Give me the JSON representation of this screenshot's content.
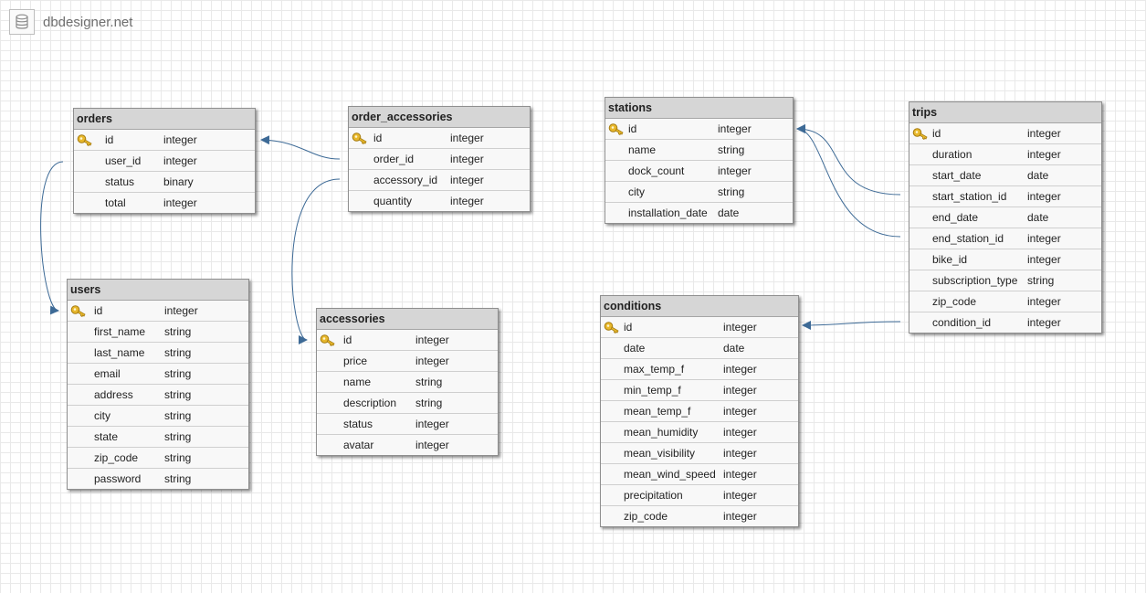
{
  "brand": {
    "name": "dbdesigner.net",
    "icon": "database-icon"
  },
  "colors": {
    "connector": "#3d6a96",
    "header_bg": "#d6d6d6",
    "key": "#d9a81c"
  },
  "tables": [
    {
      "id": "orders",
      "name": "orders",
      "columns": [
        {
          "name": "id",
          "type": "integer",
          "pk": true
        },
        {
          "name": "user_id",
          "type": "integer"
        },
        {
          "name": "status",
          "type": "binary"
        },
        {
          "name": "total",
          "type": "integer"
        }
      ]
    },
    {
      "id": "order_accessories",
      "name": "order_accessories",
      "columns": [
        {
          "name": "id",
          "type": "integer",
          "pk": true
        },
        {
          "name": "order_id",
          "type": "integer"
        },
        {
          "name": "accessory_id",
          "type": "integer"
        },
        {
          "name": "quantity",
          "type": "integer"
        }
      ]
    },
    {
      "id": "users",
      "name": "users",
      "columns": [
        {
          "name": "id",
          "type": "integer",
          "pk": true
        },
        {
          "name": "first_name",
          "type": "string"
        },
        {
          "name": "last_name",
          "type": "string"
        },
        {
          "name": "email",
          "type": "string"
        },
        {
          "name": "address",
          "type": "string"
        },
        {
          "name": "city",
          "type": "string"
        },
        {
          "name": "state",
          "type": "string"
        },
        {
          "name": "zip_code",
          "type": "string"
        },
        {
          "name": "password",
          "type": "string"
        }
      ]
    },
    {
      "id": "accessories",
      "name": "accessories",
      "columns": [
        {
          "name": "id",
          "type": "integer",
          "pk": true
        },
        {
          "name": "price",
          "type": "integer"
        },
        {
          "name": "name",
          "type": "string"
        },
        {
          "name": "description",
          "type": "string"
        },
        {
          "name": "status",
          "type": "integer"
        },
        {
          "name": "avatar",
          "type": "integer"
        }
      ]
    },
    {
      "id": "stations",
      "name": "stations",
      "columns": [
        {
          "name": "id",
          "type": "integer",
          "pk": true
        },
        {
          "name": "name",
          "type": "string"
        },
        {
          "name": "dock_count",
          "type": "integer"
        },
        {
          "name": "city",
          "type": "string"
        },
        {
          "name": "installation_date",
          "type": "date"
        }
      ]
    },
    {
      "id": "trips",
      "name": "trips",
      "columns": [
        {
          "name": "id",
          "type": "integer",
          "pk": true
        },
        {
          "name": "duration",
          "type": "integer"
        },
        {
          "name": "start_date",
          "type": "date"
        },
        {
          "name": "start_station_id",
          "type": "integer"
        },
        {
          "name": "end_date",
          "type": "date"
        },
        {
          "name": "end_station_id",
          "type": "integer"
        },
        {
          "name": "bike_id",
          "type": "integer"
        },
        {
          "name": "subscription_type",
          "type": "string"
        },
        {
          "name": "zip_code",
          "type": "integer"
        },
        {
          "name": "condition_id",
          "type": "integer"
        }
      ]
    },
    {
      "id": "conditions",
      "name": "conditions",
      "columns": [
        {
          "name": "id",
          "type": "integer",
          "pk": true
        },
        {
          "name": "date",
          "type": "date"
        },
        {
          "name": "max_temp_f",
          "type": "integer"
        },
        {
          "name": "min_temp_f",
          "type": "integer"
        },
        {
          "name": "mean_temp_f",
          "type": "integer"
        },
        {
          "name": "mean_humidity",
          "type": "integer"
        },
        {
          "name": "mean_visibility",
          "type": "integer"
        },
        {
          "name": "mean_wind_speed",
          "type": "integer"
        },
        {
          "name": "precipitation",
          "type": "integer"
        },
        {
          "name": "zip_code",
          "type": "integer"
        }
      ]
    }
  ],
  "relations": [
    {
      "from": "order_accessories.order_id",
      "to": "orders.id"
    },
    {
      "from": "order_accessories.accessory_id",
      "to": "accessories.id"
    },
    {
      "from": "orders.user_id",
      "to": "users.id"
    },
    {
      "from": "trips.start_station_id",
      "to": "stations.id"
    },
    {
      "from": "trips.end_station_id",
      "to": "stations.id"
    },
    {
      "from": "trips.condition_id",
      "to": "conditions.id"
    }
  ]
}
